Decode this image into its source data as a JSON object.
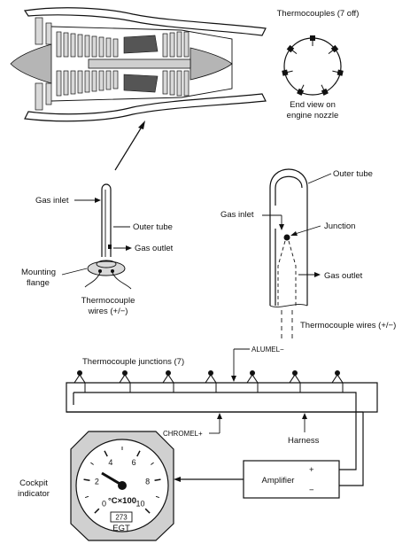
{
  "engine_end_view": {
    "thermocouples_label": "Thermocouples (7 off)",
    "end_view_label_line1": "End view on",
    "end_view_label_line2": "engine nozzle"
  },
  "probe_left": {
    "gas_inlet": "Gas inlet",
    "outer_tube": "Outer tube",
    "gas_outlet": "Gas outlet",
    "mounting_line1": "Mounting",
    "mounting_line2": "flange",
    "wires_line1": "Thermocouple",
    "wires_line2": "wires (+/−)"
  },
  "probe_right": {
    "outer_tube": "Outer tube",
    "gas_inlet": "Gas inlet",
    "junction": "Junction",
    "gas_outlet": "Gas outlet",
    "wires": "Thermocouple wires (+/−)"
  },
  "harness": {
    "alumel": "ALUMEL−",
    "junctions": "Thermocouple junctions (7)",
    "chromel": "CHROMEL+",
    "harness": "Harness",
    "amplifier": "Amplifier",
    "plus": "+",
    "minus": "−"
  },
  "indicator": {
    "label_line1": "Cockpit",
    "label_line2": "indicator",
    "scale": [
      "0",
      "2",
      "4",
      "6",
      "8",
      "10"
    ],
    "units": "°C×100",
    "reading": "273",
    "egt": "EGT"
  }
}
